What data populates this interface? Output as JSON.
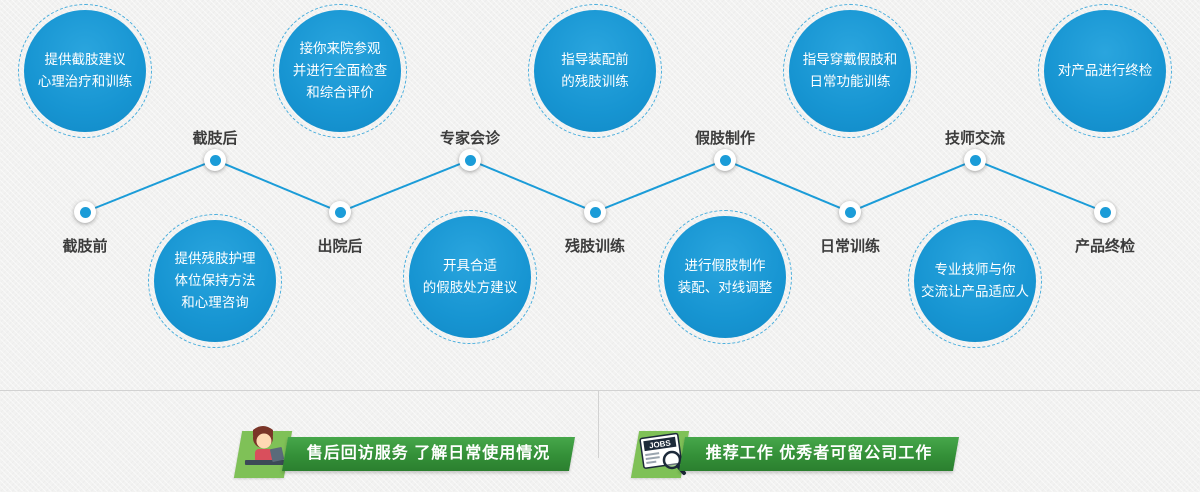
{
  "timeline": {
    "stages": [
      {
        "label": "截肢前",
        "bubble": "提供截肢建议\n心理治疗和训练"
      },
      {
        "label": "截肢后",
        "bubble": "提供残肢护理\n体位保持方法\n和心理咨询"
      },
      {
        "label": "出院后",
        "bubble": "接你来院参观\n并进行全面检查\n和综合评价"
      },
      {
        "label": "专家会诊",
        "bubble": "开具合适\n的假肢处方建议"
      },
      {
        "label": "残肢训练",
        "bubble": "指导装配前\n的残肢训练"
      },
      {
        "label": "假肢制作",
        "bubble": "进行假肢制作\n装配、对线调整"
      },
      {
        "label": "日常训练",
        "bubble": "指导穿戴假肢和\n日常功能训练"
      },
      {
        "label": "技师交流",
        "bubble": "专业技师与你\n交流让产品适应人"
      },
      {
        "label": "产品终检",
        "bubble": "对产品进行终检"
      }
    ]
  },
  "banners": {
    "after_sales": {
      "label": "售后回访服务 了解日常使用情况"
    },
    "jobs": {
      "label": "推荐工作 优秀者可留公司工作",
      "icon_text": "JOBS"
    }
  },
  "colors": {
    "accent_blue": "#1b9cd8",
    "bubble_blue": "#1795d2",
    "banner_green": "#349038",
    "icon_box_green": "#7fc157",
    "background_gray": "#f2f2f1"
  }
}
